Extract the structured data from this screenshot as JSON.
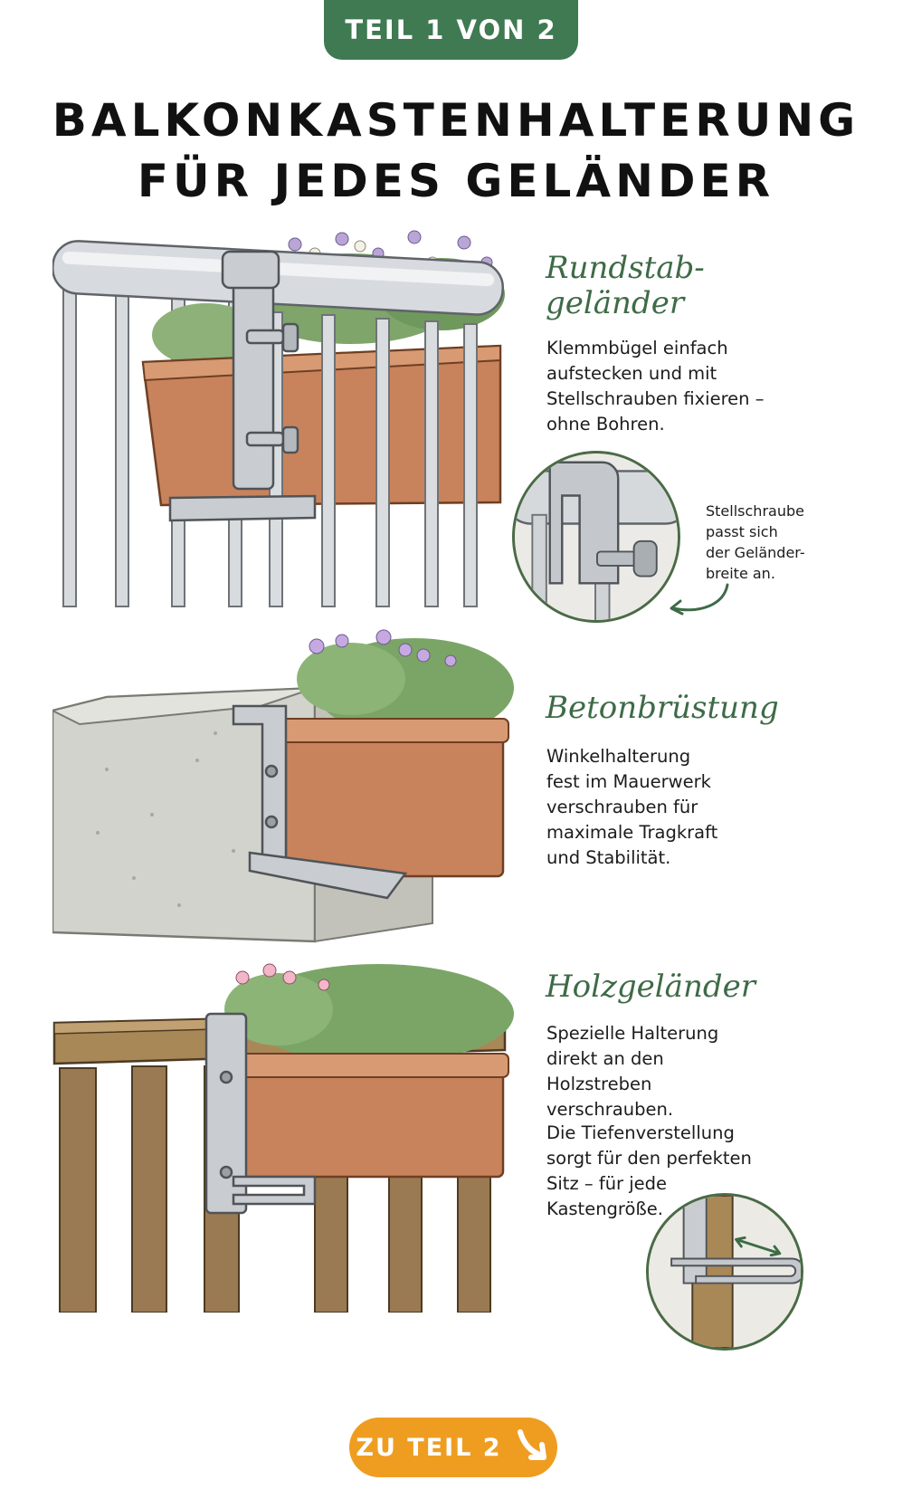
{
  "header": {
    "badge": "TEIL 1 VON 2",
    "title_line1": "BALKONKASTENHALTERUNG",
    "title_line2": "FÜR JEDES GELÄNDER"
  },
  "sections": [
    {
      "heading_line1": "Rundstab-",
      "heading_line2": "geländer",
      "text": [
        "Klemmbügel einfach",
        "aufstecken und mit",
        "Stellschrauben fixieren –",
        "ohne Bohren."
      ],
      "detail_note": [
        "Stellschraube",
        "passt sich",
        "der Geländer-",
        "breite an."
      ]
    },
    {
      "heading": "Betonbrüstung",
      "text": [
        "Winkelhalterung",
        "fest im Mauerwerk",
        "verschrauben für",
        "maximale Tragkraft",
        "und Stabilität."
      ]
    },
    {
      "heading": "Holzgeländer",
      "text": [
        "Spezielle Halterung",
        "direkt an den",
        "Holzstreben",
        "verschrauben."
      ],
      "text2": [
        "Die Tiefenverstellung",
        "sorgt für den perfekten",
        "Sitz – für jede",
        "Kastengröße."
      ]
    }
  ],
  "cta": {
    "label": "ZU TEIL 2",
    "icon": "arrow-down-right-icon"
  },
  "colors": {
    "badge_green": "#3f7a52",
    "heading_green": "#3e6b47",
    "cta_orange": "#ef9d21",
    "terracotta": "#c8835c",
    "metal": "#c9cdd1",
    "wood": "#8a6a45",
    "concrete": "#cfcfc9"
  }
}
